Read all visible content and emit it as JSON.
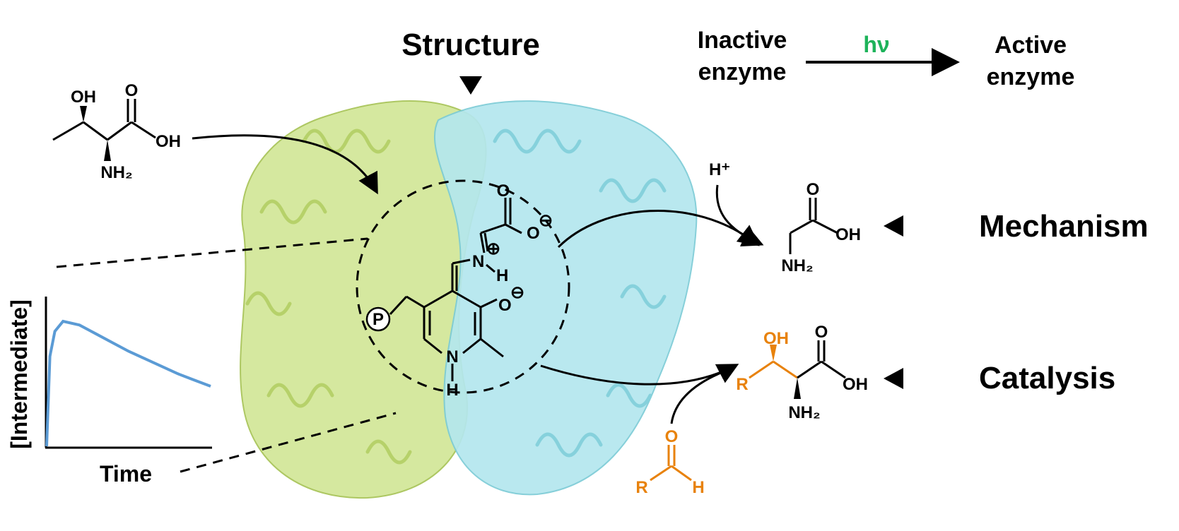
{
  "headings": {
    "structure": "Structure",
    "mechanism": "Mechanism",
    "catalysis": "Catalysis"
  },
  "photoactivation": {
    "inactive_line1": "Inactive",
    "inactive_line2": "enzyme",
    "light": "hν",
    "active_line1": "Active",
    "active_line2": "enzyme"
  },
  "plot": {
    "ylabel": "[Intermediate]",
    "xlabel": "Time"
  },
  "chart_data": {
    "type": "line",
    "xlabel": "Time",
    "ylabel": "[Intermediate]",
    "series": [
      {
        "x": [
          0,
          0.02,
          0.05,
          0.1,
          0.2,
          0.3,
          0.4,
          0.5,
          0.6,
          0.7,
          0.8,
          0.9,
          1.0
        ],
        "y": [
          0,
          0.72,
          0.92,
          1.0,
          0.97,
          0.9,
          0.83,
          0.76,
          0.7,
          0.64,
          0.58,
          0.53,
          0.48
        ]
      }
    ]
  },
  "atoms": {
    "threonine": {
      "oh_top": "OH",
      "o": "O",
      "oh_acid": "OH",
      "nh2": "NH₂"
    },
    "plp": {
      "p": "P",
      "o_carboxylate": "O",
      "minus1": "⊖",
      "n_imine": "N",
      "plus": "⊕",
      "h_imine": "H",
      "o_phenolate": "O",
      "minus2": "⊖",
      "n_ring": "N",
      "h_ring": "H"
    },
    "proton": "H⁺",
    "glycine": {
      "o": "O",
      "oh": "OH",
      "nh2": "NH₂"
    },
    "product": {
      "oh_top": "OH",
      "r": "R",
      "o": "O",
      "oh_acid": "OH",
      "nh2": "NH₂"
    },
    "aldehyde": {
      "o": "O",
      "r": "R",
      "h": "H"
    }
  },
  "colors": {
    "protein_green": "#cfe58a",
    "protein_cyan": "#a8e4ec",
    "curve_blue": "#5b9bd5",
    "light_green": "#1db35a",
    "orange": "#e8820c"
  }
}
